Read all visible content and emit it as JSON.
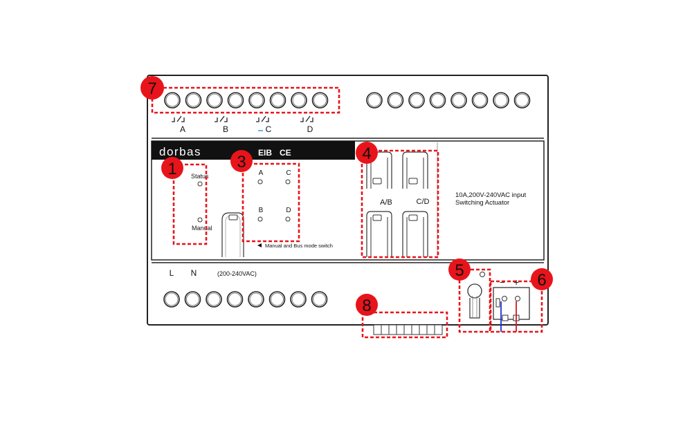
{
  "brand": {
    "name": "dorbas",
    "protocol": "EIB",
    "cert": "CE"
  },
  "product": {
    "line1": "10A,200V-240VAC input",
    "line2": "Switching Actuator"
  },
  "relay_labels": [
    "A",
    "B",
    "C",
    "D"
  ],
  "indicators": {
    "status": "Status",
    "manual": "Manual"
  },
  "channel_leds": [
    "A",
    "C",
    "B",
    "D"
  ],
  "mode_switch_note": "Manual and Bus mode switch",
  "manual_groups": [
    "A/B",
    "C/D"
  ],
  "power": {
    "l": "L",
    "n": "N",
    "voltage": "(200-240VAC)"
  },
  "bus_polarity": {
    "minus": "−",
    "plus": "+"
  },
  "callouts": [
    "1",
    "3",
    "4",
    "5",
    "6",
    "7",
    "8"
  ],
  "colors": {
    "callout_fill": "#e8141b",
    "dashed_box": "#e8141b",
    "header_band": "#111111",
    "wire_blue": "#1d2fd6",
    "wire_red": "#d8141b"
  }
}
